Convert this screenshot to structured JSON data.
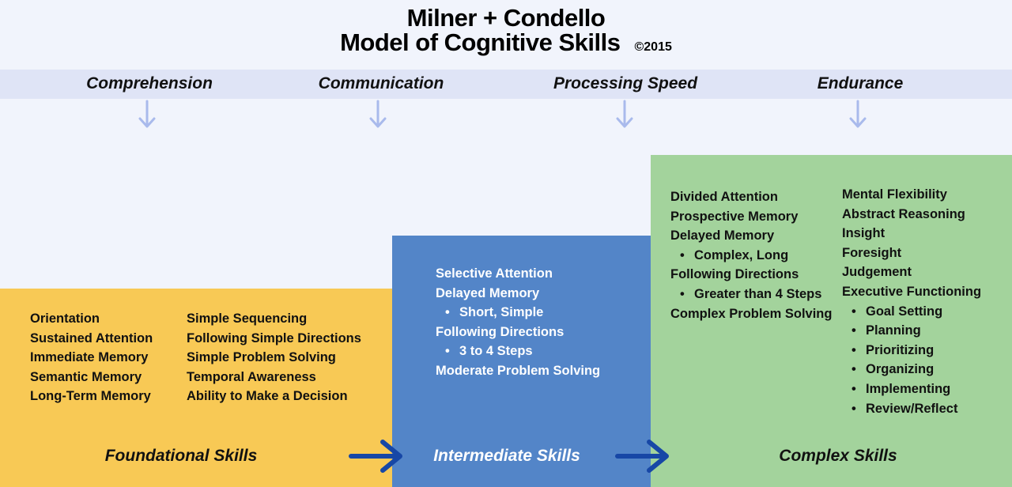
{
  "title": {
    "line1": "Milner + Condello",
    "line2": "Model of Cognitive Skills",
    "copyright": "©2015"
  },
  "factors": [
    "Comprehension",
    "Communication",
    "Processing Speed",
    "Endurance"
  ],
  "colors": {
    "background": "#f1f4fc",
    "band": "#dfe4f6",
    "down_arrow": "#a9baec",
    "right_arrow": "#1747a6",
    "foundational": "#f8c955",
    "intermediate": "#5385c8",
    "complex": "#a3d39c"
  },
  "levels": {
    "foundational": {
      "label": "Foundational Skills",
      "col1": [
        "Orientation",
        "Sustained Attention",
        "Immediate Memory",
        "Semantic Memory",
        "Long-Term Memory"
      ],
      "col2": [
        "Simple Sequencing",
        "Following Simple Directions",
        "Simple Problem Solving",
        "Temporal Awareness",
        "Ability to Make a Decision"
      ]
    },
    "intermediate": {
      "label": "Intermediate Skills",
      "items": [
        {
          "text": "Selective Attention",
          "sub": false
        },
        {
          "text": "Delayed Memory",
          "sub": false
        },
        {
          "text": "Short, Simple",
          "sub": true
        },
        {
          "text": "Following Directions",
          "sub": false
        },
        {
          "text": "3 to 4 Steps",
          "sub": true
        },
        {
          "text": "Moderate Problem Solving",
          "sub": false
        }
      ]
    },
    "complex": {
      "label": "Complex Skills",
      "col1": [
        {
          "text": "Divided Attention",
          "sub": false
        },
        {
          "text": "Prospective Memory",
          "sub": false
        },
        {
          "text": "Delayed Memory",
          "sub": false
        },
        {
          "text": "Complex, Long",
          "sub": true
        },
        {
          "text": "Following Directions",
          "sub": false
        },
        {
          "text": "Greater than 4 Steps",
          "sub": true
        },
        {
          "text": "Complex Problem Solving",
          "sub": false
        }
      ],
      "col2": [
        {
          "text": "Mental Flexibility",
          "sub": false
        },
        {
          "text": "Abstract Reasoning",
          "sub": false
        },
        {
          "text": "Insight",
          "sub": false
        },
        {
          "text": "Foresight",
          "sub": false
        },
        {
          "text": "Judgement",
          "sub": false
        },
        {
          "text": "Executive Functioning",
          "sub": false
        },
        {
          "text": "Goal Setting",
          "sub": true
        },
        {
          "text": "Planning",
          "sub": true
        },
        {
          "text": "Prioritizing",
          "sub": true
        },
        {
          "text": "Organizing",
          "sub": true
        },
        {
          "text": "Implementing",
          "sub": true
        },
        {
          "text": "Review/Reflect",
          "sub": true
        }
      ]
    }
  }
}
